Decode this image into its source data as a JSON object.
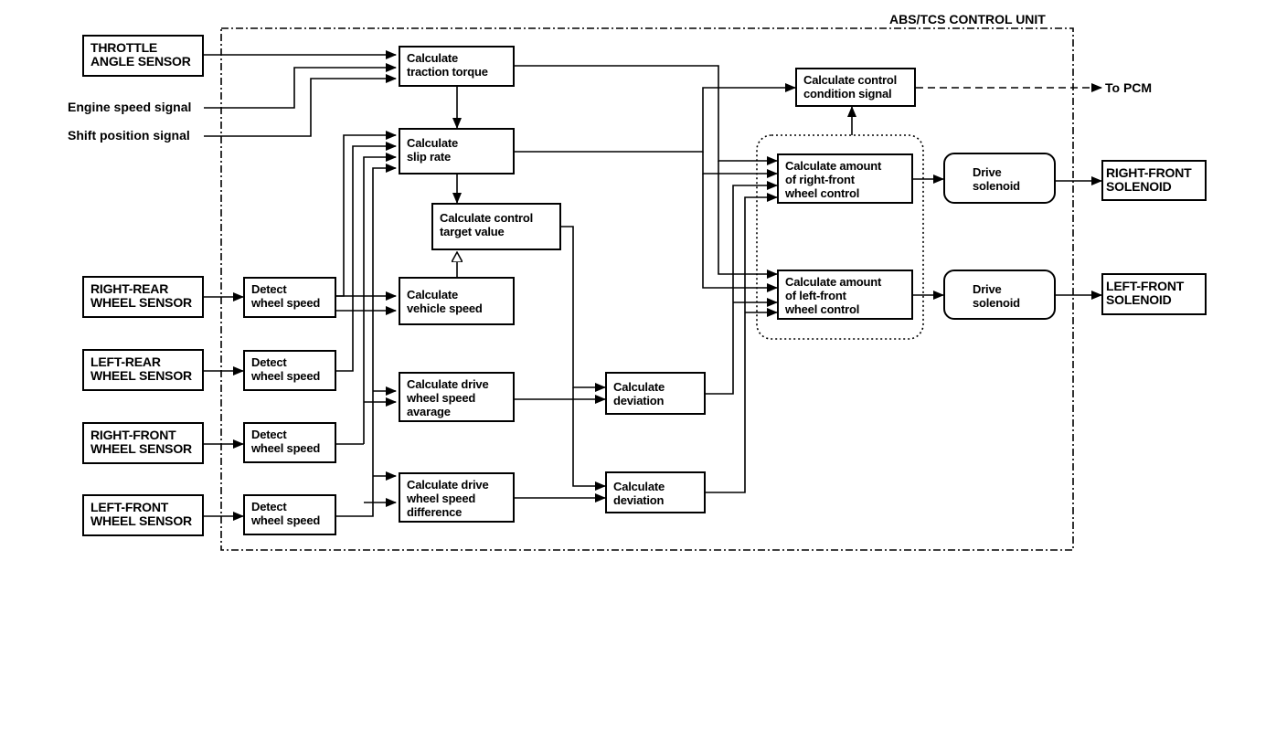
{
  "title": "ABS/TCS CONTROL UNIT",
  "inputs": {
    "throttle": [
      "THROTTLE",
      "ANGLE SENSOR"
    ],
    "engine_speed": "Engine speed signal",
    "shift_position": "Shift position signal",
    "right_rear": [
      "RIGHT-REAR",
      "WHEEL SENSOR"
    ],
    "left_rear": [
      "LEFT-REAR",
      "WHEEL SENSOR"
    ],
    "right_front": [
      "RIGHT-FRONT",
      "WHEEL SENSOR"
    ],
    "left_front": [
      "LEFT-FRONT",
      "WHEEL SENSOR"
    ]
  },
  "detect": [
    "Detect",
    "wheel speed"
  ],
  "calc": {
    "traction_torque": [
      "Calculate",
      "traction torque"
    ],
    "slip_rate": [
      "Calculate",
      "slip rate"
    ],
    "control_target": [
      "Calculate control",
      "target value"
    ],
    "vehicle_speed": [
      "Calculate",
      "vehicle speed"
    ],
    "drive_avg": [
      "Calculate drive",
      "wheel speed",
      "avarage"
    ],
    "drive_diff": [
      "Calculate drive",
      "wheel speed",
      "difference"
    ],
    "deviation": [
      "Calculate",
      "deviation"
    ],
    "control_condition": [
      "Calculate control",
      "condition signal"
    ],
    "right_front_amount": [
      "Calculate amount",
      "of right-front",
      "wheel control"
    ],
    "left_front_amount": [
      "Calculate amount",
      "of left-front",
      "wheel control"
    ]
  },
  "drive_solenoid": [
    "Drive",
    "solenoid"
  ],
  "outputs": {
    "right_front": [
      "RIGHT-FRONT",
      "SOLENOID"
    ],
    "left_front": [
      "LEFT-FRONT",
      "SOLENOID"
    ],
    "pcm": "To PCM"
  }
}
